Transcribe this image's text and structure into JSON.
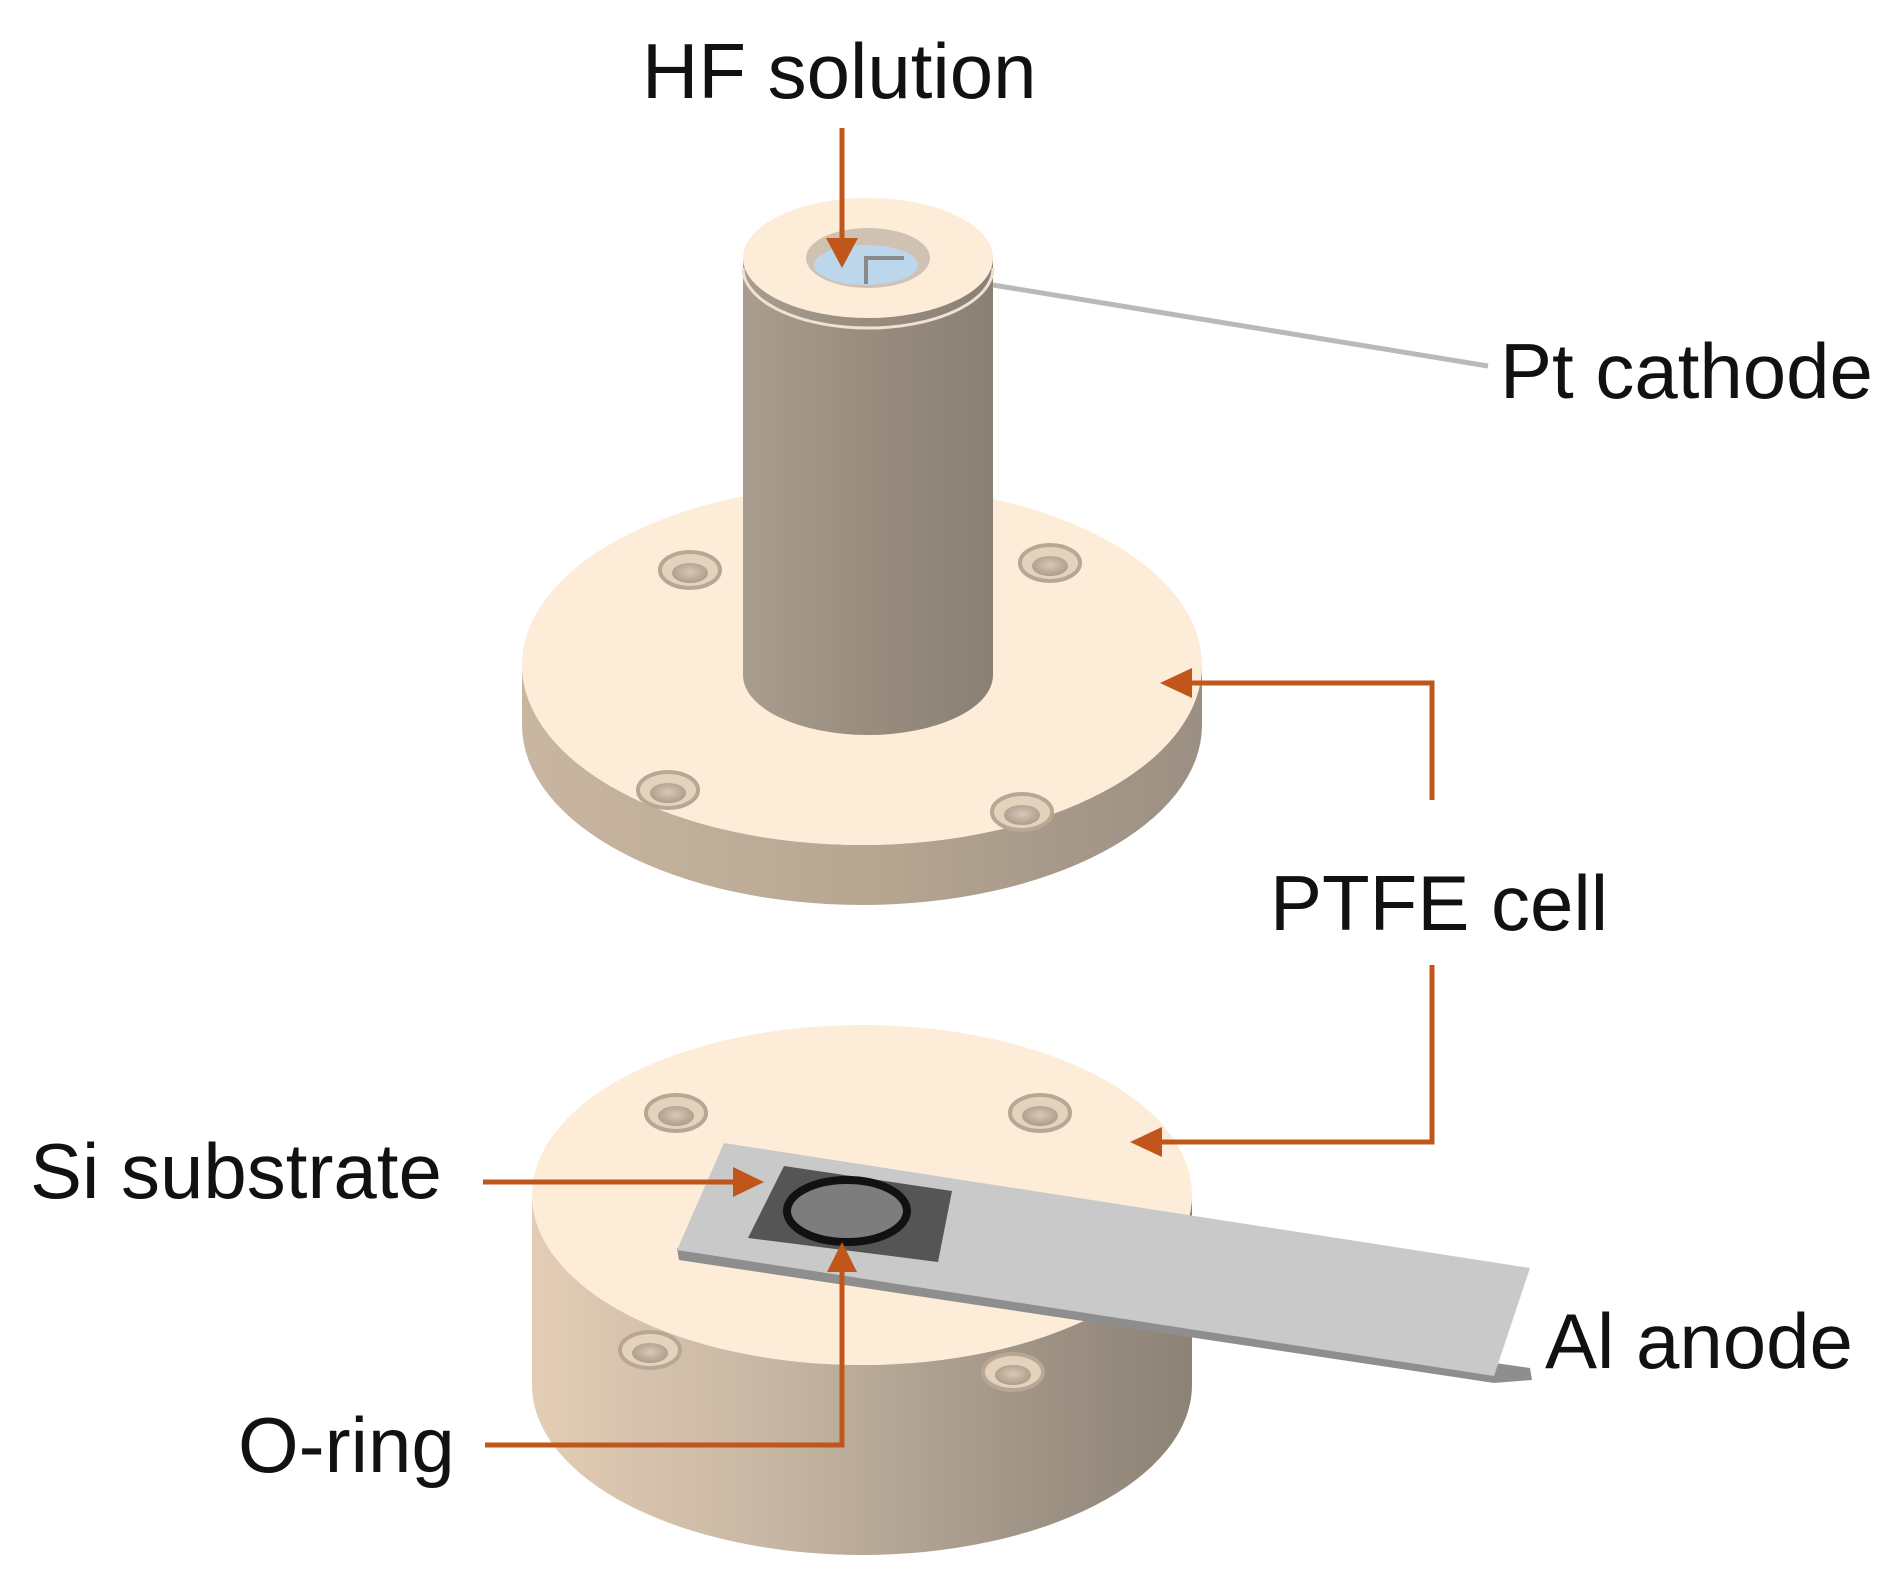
{
  "labels": {
    "hf_solution": "HF solution",
    "pt_cathode": "Pt cathode",
    "ptfe_cell": "PTFE cell",
    "si_substrate": "Si substrate",
    "al_anode": "Al anode",
    "o_ring": "O-ring"
  },
  "colors": {
    "arrow": "#c0561a",
    "ptfe_top": "#fcecd8",
    "ptfe_side_light": "#d8c4ae",
    "ptfe_side_dark": "#8f8579",
    "tube_side": "#9d9184",
    "solution": "#bcd6ec",
    "pt_wire": "#b9b9b9",
    "al_top": "#c8c8c8",
    "al_edge": "#8e8e8e",
    "si_substrate": "#555555",
    "o_ring": "#111111"
  }
}
